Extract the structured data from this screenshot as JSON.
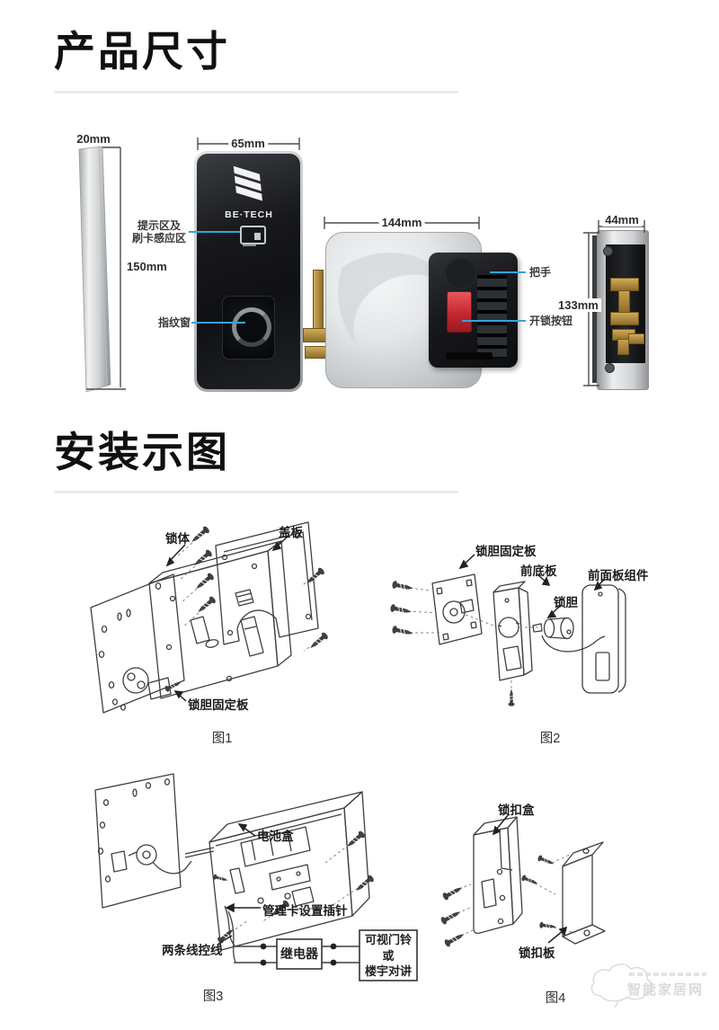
{
  "colors": {
    "accent_blue": "#35a3da",
    "button_red": "#cd2a31",
    "brass": "#bb9440",
    "underline_gray": "#ebebeb",
    "panel_black": "#17181b"
  },
  "product_section": {
    "title": "产品尺寸",
    "brand_text": "BE·TECH",
    "dims": {
      "side_width": "20mm",
      "side_height": "150mm",
      "front_width": "65mm",
      "rear_width": "144mm",
      "edge_width": "44mm",
      "edge_height": "133mm"
    },
    "callouts": {
      "card_line1": "提示区及",
      "card_line2": "刷卡感应区",
      "fingerprint": "指纹窗",
      "handle": "把手",
      "unlock": "开锁按钮"
    }
  },
  "install_section": {
    "title": "安装示图",
    "fig1": {
      "caption": "图1",
      "lock_body": "锁体",
      "cover_plate": "盖板",
      "cylinder_plate": "锁胆固定板"
    },
    "fig2": {
      "caption": "图2",
      "cylinder_plate": "锁胆固定板",
      "front_base": "前底板",
      "cylinder": "锁胆",
      "front_panel": "前面板组件"
    },
    "fig3": {
      "caption": "图3",
      "battery_box": "电池盒",
      "mgmt_pin": "管理卡设置插针",
      "two_wires": "两条线控线",
      "relay": "继电器",
      "intercom_line1": "可视门铃",
      "intercom_line2": "或",
      "intercom_line3": "楼宇对讲"
    },
    "fig4": {
      "caption": "图4",
      "strike_box": "锁扣盒",
      "strike_plate": "锁扣板"
    }
  },
  "watermark": {
    "text": "智能家居网"
  }
}
